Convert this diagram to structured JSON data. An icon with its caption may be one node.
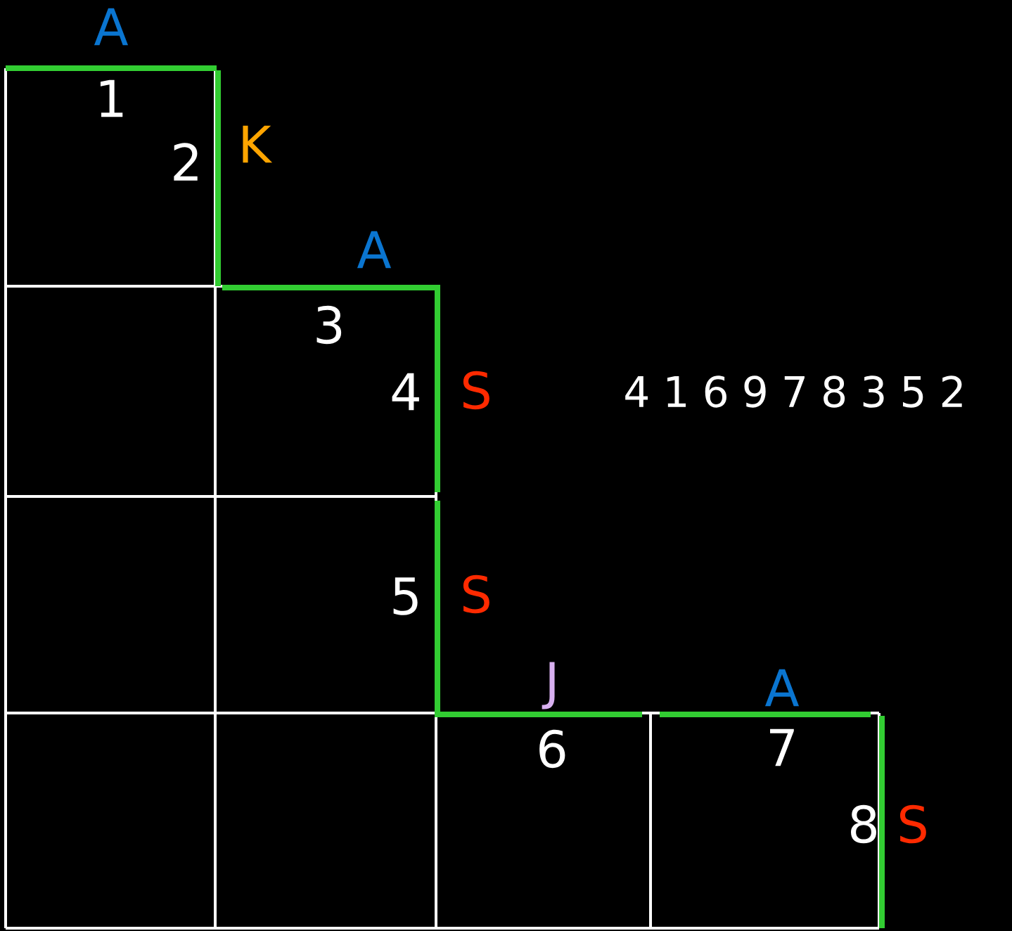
{
  "diagram": {
    "labels": [
      "A",
      "1",
      "2",
      "K",
      "A",
      "3",
      "4",
      "S",
      "4 1 6 9 7 8 3 5 2",
      "5",
      "S",
      "J",
      "A",
      "6",
      "7",
      "8",
      "S"
    ]
  }
}
